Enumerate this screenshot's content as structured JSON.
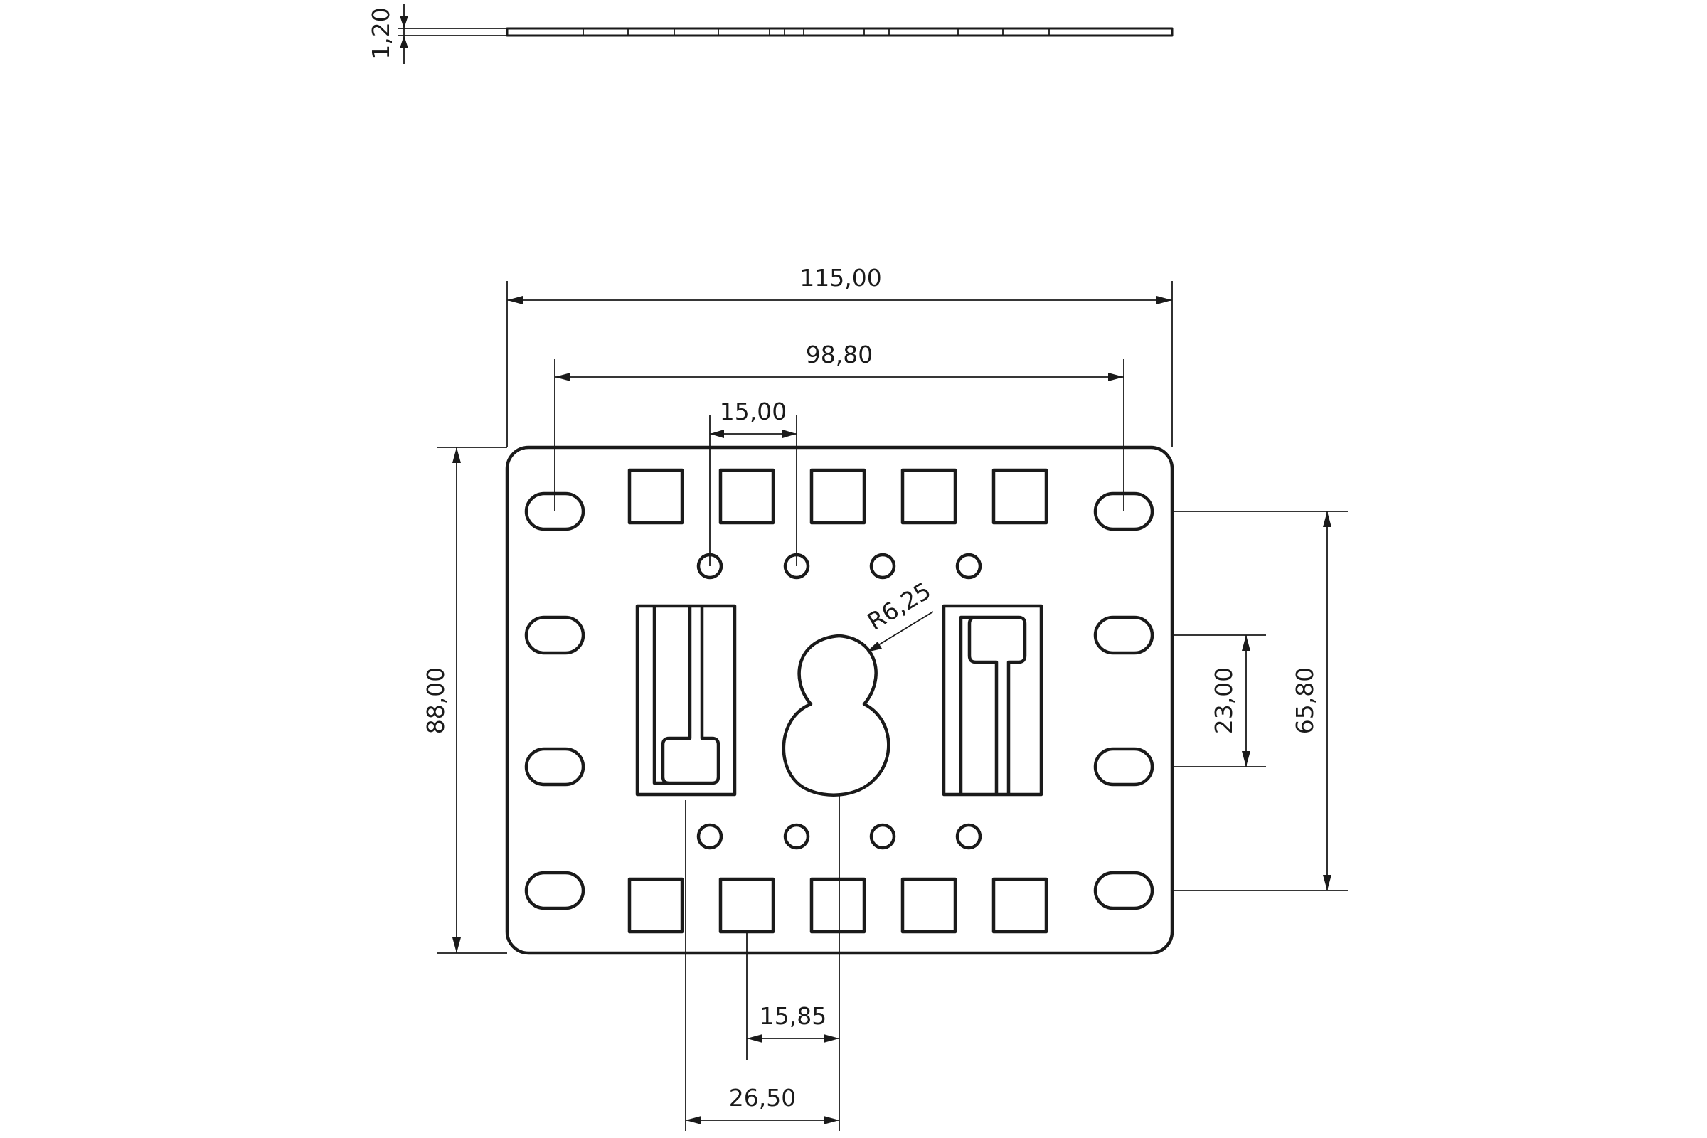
{
  "drawing": {
    "dimensions": {
      "thickness": "1,20",
      "overall_width": "115,00",
      "slot_spacing_width": "98,80",
      "hole_pitch": "15,00",
      "overall_height": "88,00",
      "keyhole_radius": "R6,25",
      "slot_pitch_vertical": "23,00",
      "outer_slot_span_vertical": "65,80",
      "square_to_keyhole": "15,85",
      "tslot_to_keyhole": "26,50"
    }
  }
}
